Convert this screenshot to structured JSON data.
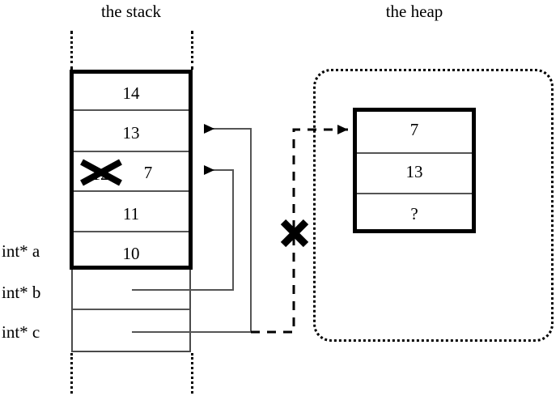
{
  "diagram": {
    "titles": {
      "stack": "the stack",
      "heap": "the heap"
    },
    "stack": {
      "frame_cells": [
        {
          "value": "14",
          "struck": false
        },
        {
          "value": "13",
          "struck": false
        },
        {
          "value": "12",
          "struck": true,
          "replacement": "7"
        },
        {
          "value": "11",
          "struck": false
        },
        {
          "value": "10",
          "struck": false
        }
      ],
      "pointer_cells": [
        {
          "label": "int* b",
          "value": ""
        },
        {
          "label": "int* c",
          "value": ""
        }
      ],
      "labels": [
        "int* a",
        "int* b",
        "int* c"
      ]
    },
    "heap": {
      "block_cells": [
        "7",
        "13",
        "?"
      ]
    },
    "marks": {
      "crossed_value": "12",
      "new_value": "7",
      "invalid_pointer_mark": "X",
      "unknown_value": "?"
    },
    "colors": {
      "ink": "#000000",
      "thin_line": "#4a4a4a",
      "background": "#ffffff"
    }
  }
}
